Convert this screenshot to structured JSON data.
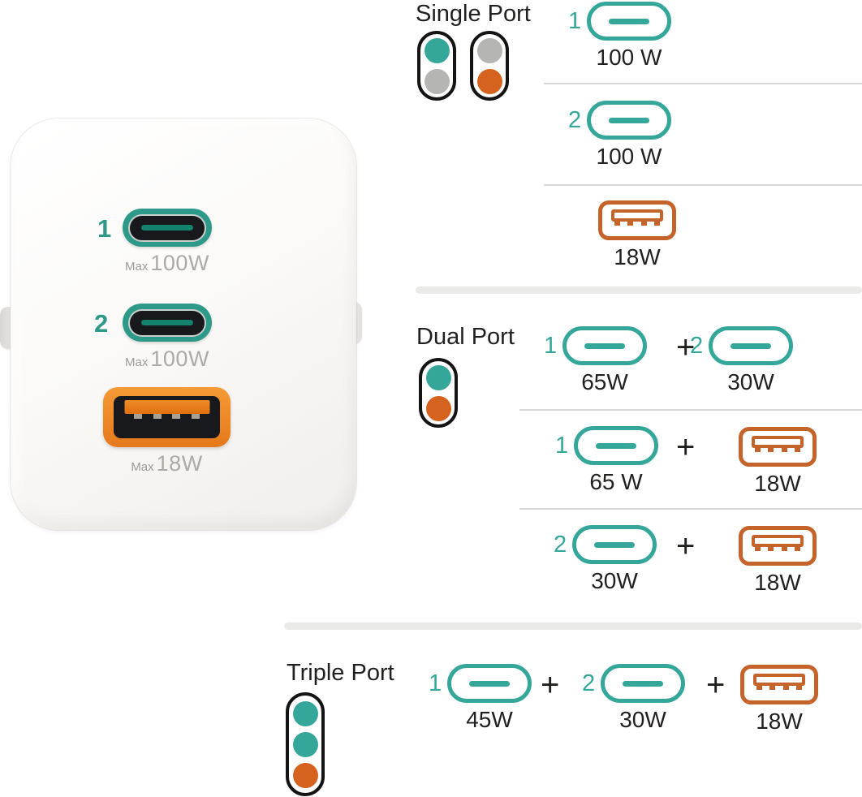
{
  "colors": {
    "teal": "#35A79A",
    "orange": "#D5621F",
    "grayDot": "#B5B5B4",
    "pillStroke": "#141414",
    "iconOrange": "#C4632A",
    "ink": "#221F1F",
    "maxGray": "#9B9B9B",
    "wattGray": "#ABAAAA",
    "divThin": "#D8D8D8",
    "divThick": "#EAEAE9",
    "ringTeal": "#2D9A89",
    "portDark": "#17191D",
    "tongueTeal": "#14826C",
    "frameOrange1": "#F59A36",
    "frameOrange2": "#E5791B",
    "tongueOrange1": "#EF8B28",
    "tongueOrange2": "#DF7110",
    "pin": "#A8A093"
  },
  "charger": {
    "ports": [
      {
        "number": "1",
        "max_label": "Max",
        "max_watts": "100W"
      },
      {
        "number": "2",
        "max_label": "Max",
        "max_watts": "100W"
      },
      {
        "max_label": "Max",
        "max_watts": "18W"
      }
    ]
  },
  "plus": "+",
  "sections": {
    "single": {
      "title": "Single Port",
      "indicators": [
        [
          "teal",
          "grayDot"
        ],
        [
          "grayDot",
          "orange"
        ]
      ],
      "rows": [
        {
          "number": "1",
          "watts": "100 W"
        },
        {
          "number": "2",
          "watts": "100 W"
        },
        {
          "watts": "18W"
        }
      ]
    },
    "dual": {
      "title": "Dual Port",
      "indicators": [
        [
          "teal",
          "orange"
        ]
      ],
      "rows": [
        {
          "a": {
            "number": "1",
            "watts": "65W"
          },
          "b": {
            "number": "2",
            "watts": "30W"
          }
        },
        {
          "a": {
            "number": "1",
            "watts": "65 W"
          },
          "b": {
            "watts": "18W"
          }
        },
        {
          "a": {
            "number": "2",
            "watts": "30W"
          },
          "b": {
            "watts": "18W"
          }
        }
      ]
    },
    "triple": {
      "title": "Triple Port",
      "indicators": [
        [
          "teal",
          "teal",
          "orange"
        ]
      ],
      "rows": [
        {
          "a": {
            "number": "1",
            "watts": "45W"
          },
          "b": {
            "number": "2",
            "watts": "30W"
          },
          "c": {
            "watts": "18W"
          }
        }
      ]
    }
  }
}
